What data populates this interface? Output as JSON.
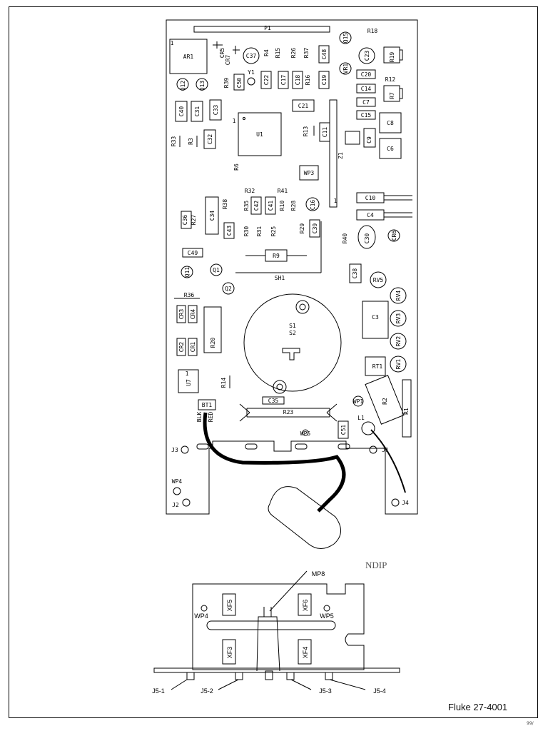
{
  "caption": "Fluke 27-4001",
  "corner_mark": "99/",
  "annotation": "NDIP",
  "board_labels": {
    "p1": "P1",
    "ar1": "AR1",
    "ar1_pin": "1",
    "cr5": "CR5",
    "cr7": "CR7",
    "c37": "C37",
    "r4": "R4",
    "r15": "R15",
    "r26": "R26",
    "r37": "R37",
    "c48": "C48",
    "q15": "Q15",
    "r18": "R18",
    "c23": "C23",
    "r19": "R19",
    "vr1": "VR1",
    "c20": "C20",
    "r12": "R12",
    "c14": "C14",
    "r7": "R7",
    "c7": "C7",
    "c15": "C15",
    "c8": "C8",
    "c9": "C9",
    "c6": "C6",
    "q12": "Q12",
    "q13": "Q13",
    "r39": "R39",
    "c50": "C50",
    "y1": "Y1",
    "c22": "C22",
    "c17": "C17",
    "c18": "C18",
    "r16": "R16",
    "c19": "C19",
    "c40": "C40",
    "c31": "C31",
    "c33": "C33",
    "c21": "C21",
    "u1": "U1",
    "u1_pin": "1",
    "r13": "R13",
    "c11": "C11",
    "z1": "Z1",
    "z1_pin": "1",
    "r33": "R33",
    "r3": "R3",
    "c32": "C32",
    "r6": "R6",
    "wp3": "WP3",
    "r32": "R32",
    "r41": "R41",
    "c16": "C16",
    "c10": "C10",
    "c4": "C4",
    "c36": "C36",
    "r27": "R27",
    "c34": "C34",
    "r38": "R38",
    "r35": "R35",
    "c42": "C42",
    "c41": "C41",
    "r10": "R10",
    "r28": "R28",
    "r40": "R40",
    "c30": "C30",
    "cr6": "CR6",
    "c43": "C43",
    "r30": "R30",
    "r31": "R31",
    "r25": "R25",
    "r29": "R29",
    "c39": "C39",
    "c49": "C49",
    "r9": "R9",
    "q11": "Q11",
    "q1": "Q1",
    "sh1": "SH1",
    "c38": "C38",
    "rv5": "RV5",
    "q2": "Q2",
    "r36": "R36",
    "rv4": "RV4",
    "cr3": "CR3",
    "cr4": "CR4",
    "c3": "C3",
    "rv3": "RV3",
    "s1": "S1",
    "s2": "S2",
    "r20": "R20",
    "cr2": "CR2",
    "cr1": "CR1",
    "rv2": "RV2",
    "rt1": "RT1",
    "rv1": "RV1",
    "u7": "U7",
    "u7_pin": "1",
    "r14": "R14",
    "c35": "C35",
    "wp1": "WP1",
    "r2": "R2",
    "r1": "R1",
    "bt1": "BT1",
    "blk": "BLK",
    "red": "RED",
    "r23": "R23",
    "l1": "L1",
    "c51": "C51",
    "wp5": "WP5",
    "j3": "J3",
    "j1": "J1",
    "wp4": "WP4",
    "j2": "J2",
    "j4": "J4"
  },
  "detail_labels": {
    "mp8": "MP8",
    "xf5": "XF5",
    "xf6": "XF6",
    "wp4": "WP4",
    "wp5": "WP5",
    "xf3": "XF3",
    "xf4": "XF4",
    "j5_1": "J5-1",
    "j5_2": "J5-2",
    "j5_3": "J5-3",
    "j5_4": "J5-4"
  }
}
